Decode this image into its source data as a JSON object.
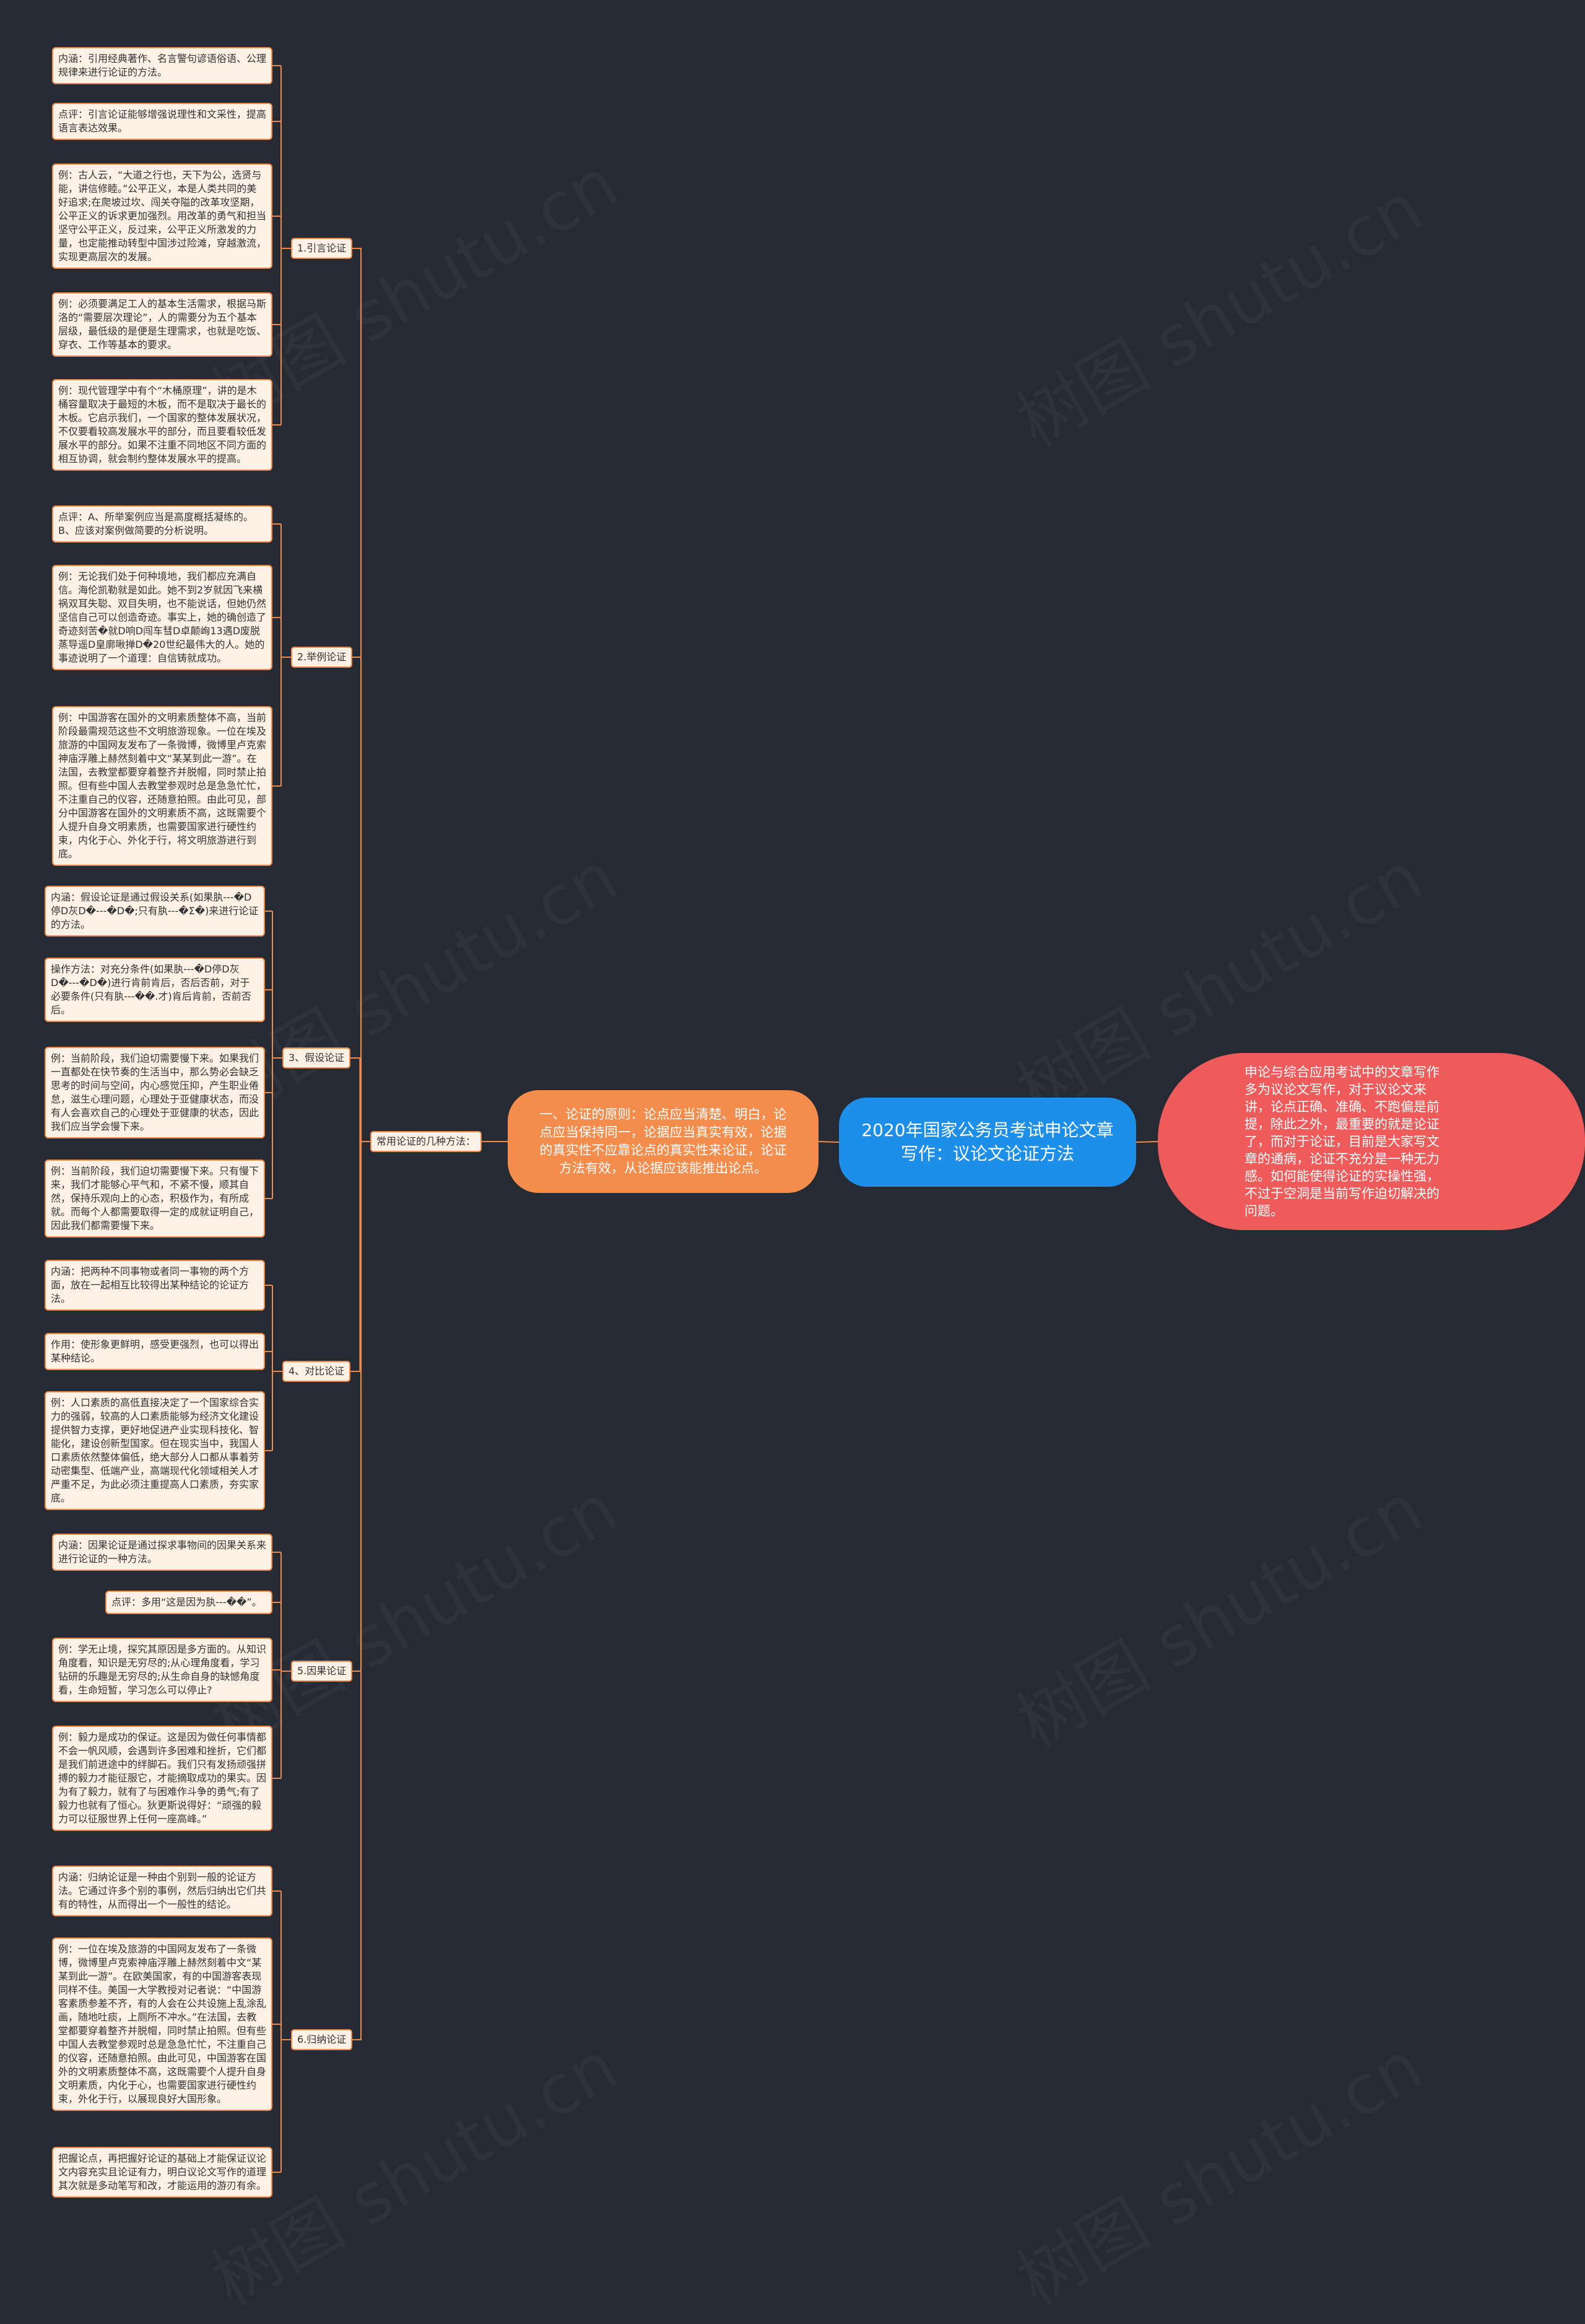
{
  "center": {
    "text": "2020年国家公务员考试申论文章写作：议论文论证方法"
  },
  "right": {
    "text": "申论与综合应用考试中的文章写作多为议论文写作，对于议论文来讲，论点正确、准确、不跑偏是前提，除此之外，最重要的就是论证了，而对于论证，目前是大家写文章的通病，论证不充分是一种无力感。如何能使得论证的实操性强，不过于空洞是当前写作迫切解决的问题。"
  },
  "principle": {
    "text": "一、论证的原则：论点应当清楚、明白，论点应当保持同一，论据应当真实有效，论据的真实性不应靠论点的真实性来论证，论证方法有效，从论据应该能推出论点。"
  },
  "methods_label": {
    "text": "常用论证的几种方法："
  },
  "branches": [
    {
      "label": "1.引言论证",
      "items": [
        "内涵：引用经典著作、名言警句谚语俗语、公理规律来进行论证的方法。",
        "点评：引言论证能够增强说理性和文采性，提高语言表达效果。",
        "例：古人云，“大道之行也，天下为公，选贤与能，讲信修睦。”公平正义，本是人类共同的美好追求;在爬坡过坎、闯关夺隘的改革攻坚期，公平正义的诉求更加强烈。用改革的勇气和担当坚守公平正义，反过来，公平正义所激发的力量，也定能推动转型中国涉过险滩，穿越激流，实现更高层次的发展。",
        "例：必须要满足工人的基本生活需求，根据马斯洛的“需要层次理论”，人的需要分为五个基本层级，最低级的是便是生理需求，也就是吃饭、穿衣、工作等基本的要求。",
        "例：现代管理学中有个“木桶原理”，讲的是木桶容量取决于最短的木板，而不是取决于最长的木板。它启示我们，一个国家的整体发展状况，不仅要看较高发展水平的部分，而且要看较低发展水平的部分。如果不注重不同地区不同方面的相互协调，就会制约整体发展水平的提高。"
      ]
    },
    {
      "label": "2.举例论证",
      "items": [
        "点评：A、所举案例应当是高度概括凝练的。B、应该对案例做简要的分析说明。",
        "例：无论我们处于何种境地，我们都应充满自信。海伦凯勒就是如此。她不到2岁就因飞来横祸双耳失聪、双目失明，也不能说话，但她仍然坚信自己可以创造奇迹。事实上，她的确创造了奇迹刻苦�就D响D闯车彗D卓颠峋13遇D废脱蒸导遥D皇廓啾掸D�20世纪最伟大的人。她的事迹说明了一个道理：自信铸就成功。",
        "例：中国游客在国外的文明素质整体不高，当前阶段最需规范这些不文明旅游现象。一位在埃及旅游的中国网友发布了一条微博，微博里卢克索神庙浮雕上赫然刻着中文“某某到此一游”。在法国，去教堂都要穿着整齐并脱帽，同时禁止拍照。但有些中国人去教堂参观时总是急急忙忙，不注重自己的仪容，还随意拍照。由此可见，部分中国游客在国外的文明素质不高，这既需要个人提升自身文明素质，也需要国家进行硬性约束，内化于心、外化于行，将文明旅游进行到底。"
      ]
    },
    {
      "label": "3、假设论证",
      "items": [
        "内涵：假设论证是通过假设关系(如果肒---�D停D灰D�---�D�;只有肒---�Σ�)来进行论证的方法。",
        "操作方法：对充分条件(如果肒---�D停D灰D�---�D�)进行肯前肯后，否后否前，对于必要条件(只有肒---��.才)肯后肯前，否前否后。",
        "例：当前阶段，我们迫切需要慢下来。如果我们一直都处在快节奏的生活当中，那么势必会缺乏思考的时间与空间，内心感觉压抑，产生职业倦怠，滋生心理问题，心理处于亚健康状态，而没有人会喜欢自己的心理处于亚健康的状态，因此我们应当学会慢下来。",
        "例：当前阶段，我们迫切需要慢下来。只有慢下来，我们才能够心平气和，不紧不慢，顺其自然，保持乐观向上的心态，积极作为，有所成就。而每个人都需要取得一定的成就证明自己，因此我们都需要慢下来。"
      ]
    },
    {
      "label": "4、对比论证",
      "items": [
        "内涵：把两种不同事物或者同一事物的两个方面，放在一起相互比较得出某种结论的论证方法。",
        "作用：使形象更鲜明，感受更强烈，也可以得出某种结论。",
        "例：人口素质的高低直接决定了一个国家综合实力的强弱，较高的人口素质能够为经济文化建设提供智力支撑，更好地促进产业实现科技化、智能化，建设创新型国家。但在现实当中，我国人口素质依然整体偏低，绝大部分人口都从事着劳动密集型、低端产业，高端现代化领域相关人才严重不足，为此必须注重提高人口素质，夯实家底。"
      ]
    },
    {
      "label": "5.因果论证",
      "items": [
        "内涵：因果论证是通过探求事物间的因果关系来进行论证的一种方法。",
        "点评：多用“这是因为肒---��”。",
        "例：学无止境，探究其原因是多方面的。从知识角度看，知识是无穷尽的;从心理角度看，学习钻研的乐趣是无穷尽的;从生命自身的缺憾角度看，生命短暂，学习怎么可以停止?",
        "例：毅力是成功的保证。这是因为做任何事情都不会一帆风顺，会遇到许多困难和挫折，它们都是我们前进途中的绊脚石。我们只有发扬顽强拼搏的毅力才能征服它，才能摘取成功的果实。因为有了毅力，就有了与困难作斗争的勇气;有了毅力也就有了恒心。狄更斯说得好：“顽强的毅力可以征服世界上任何一座高峰。”"
      ]
    },
    {
      "label": "6.归纳论证",
      "items": [
        "内涵：归纳论证是一种由个别到一般的论证方法。它通过许多个别的事例，然后归纳出它们共有的特性，从而得出一个一般性的结论。",
        "例：一位在埃及旅游的中国网友发布了一条微博，微博里卢克索神庙浮雕上赫然刻着中文“某某到此一游”。在欧美国家，有的中国游客表现同样不佳。美国一大学教授对记者说：“中国游客素质参差不齐，有的人会在公共设施上乱涂乱画，随地吐痰，上厕所不冲水。”在法国，去教堂都要穿着整齐并脱帽，同时禁止拍照。但有些中国人去教堂参观时总是急急忙忙，不注重自己的仪容，还随意拍照。由此可见，中国游客在国外的文明素质整体不高，这既需要个人提升自身文明素质，内化于心，也需要国家进行硬性约束，外化于行，以展现良好大国形象。",
        "把握论点，再把握好论证的基础上才能保证议论文内容充实且论证有力，明白议论文写作的道理其次就是多动笔写和改，才能运用的游刃有余。"
      ]
    }
  ]
}
